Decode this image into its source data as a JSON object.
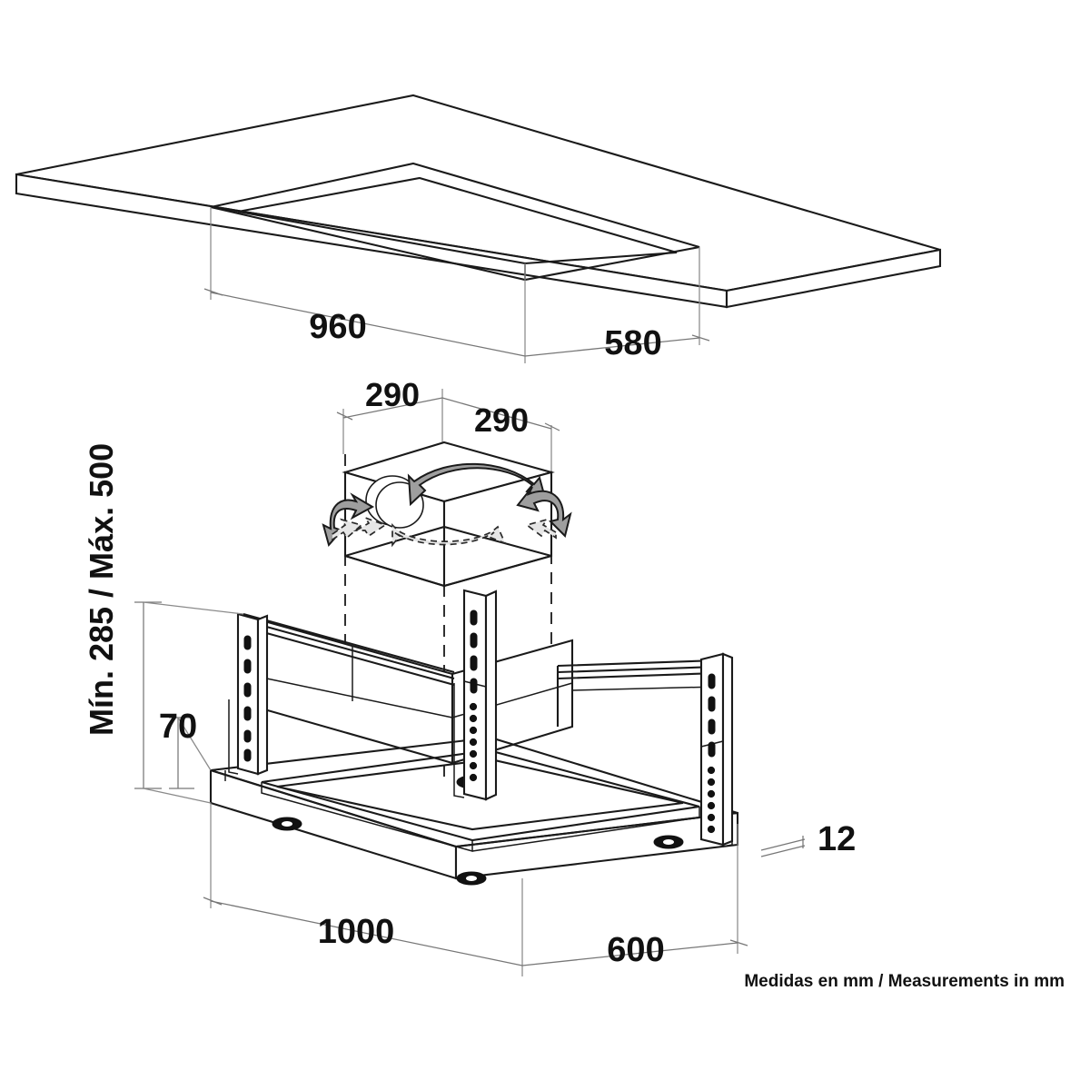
{
  "document": {
    "type": "technical-dimension-drawing",
    "subject": "Built-in ceiling extractor hood with remote motor box",
    "projection": "isometric",
    "background_color": "#ffffff",
    "line_color": "#1a1a1a",
    "dimension_line_color": "#777777",
    "arrow_fill_dark": "#9e9e9e",
    "arrow_fill_light": "#e2e2e2"
  },
  "dimensions": {
    "ceiling_cutout_length": {
      "value": "960",
      "unit": "mm",
      "label": "960",
      "describes": "ceiling recess opening length"
    },
    "ceiling_cutout_width": {
      "value": "580",
      "unit": "mm",
      "label": "580",
      "describes": "ceiling recess opening width"
    },
    "motor_box_width_left": {
      "value": "290",
      "unit": "mm",
      "label": "290",
      "describes": "motor box side dimension (left face)"
    },
    "motor_box_width_right": {
      "value": "290",
      "unit": "mm",
      "label": "290",
      "describes": "motor box side dimension (right face)"
    },
    "hood_height_adjustable": {
      "value": "Mín. 285 / Máx. 500",
      "unit": "mm",
      "label": "Mín. 285 / Máx. 500",
      "describes": "adjustable installation height range (rotated vertical label)"
    },
    "hood_body_height": {
      "value": "70",
      "unit": "mm",
      "label": "70",
      "describes": "hood body depth"
    },
    "flange_thickness": {
      "value": "12",
      "unit": "mm",
      "label": "12",
      "describes": "bottom panel / frame thickness"
    },
    "hood_length": {
      "value": "1000",
      "unit": "mm",
      "label": "1000",
      "describes": "overall hood length"
    },
    "hood_width": {
      "value": "600",
      "unit": "mm",
      "label": "600",
      "describes": "overall hood width"
    }
  },
  "annotations": {
    "rotation_indicator": "rotatable motor outlet - double headed arrows",
    "outlet_circle": "round air outlet on motor box"
  },
  "footer": {
    "note": "Medidas en mm / Measurements in mm"
  },
  "chart_data": {
    "type": "table",
    "title": "Dimension callouts (mm)",
    "categories": [
      "960",
      "580",
      "290",
      "290",
      "Mín. 285 / Máx. 500",
      "70",
      "12",
      "1000",
      "600"
    ],
    "values": [
      960,
      580,
      290,
      290,
      285,
      70,
      12,
      1000,
      600
    ]
  }
}
